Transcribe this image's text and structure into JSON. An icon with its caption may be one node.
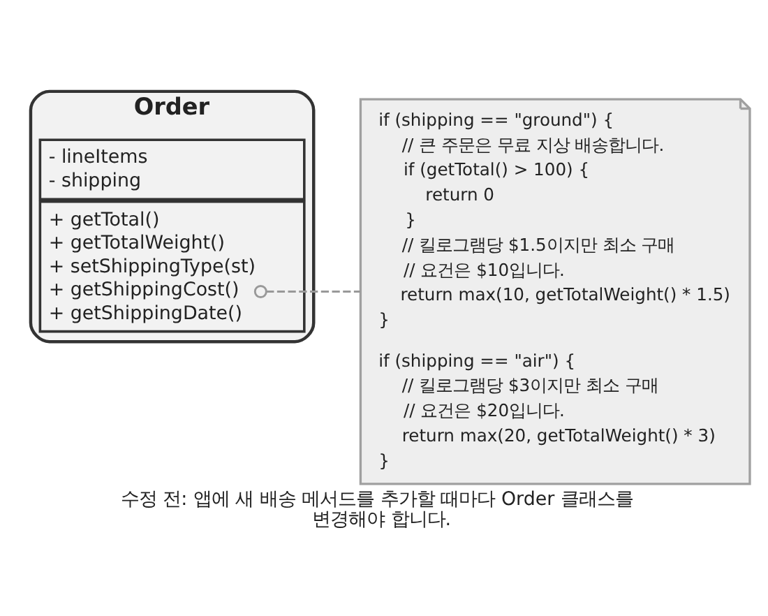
{
  "diagram": {
    "caption": "수정 전: 앱에 새 배송 메서드를 추가할 때마다 Order 클래스를 변경해야 합니다.",
    "nodes": [
      {
        "text": [
          "Order"
        ]
      },
      {
        "text": [
          "- lineItems",
          "- shipping"
        ],
        "in": 0
      },
      {
        "text": [
          "+ getTotal()",
          "+ getTotalWeight()",
          "+ setShippingType(st)",
          "+ getShippingCost()",
          "+ getShippingDate()"
        ],
        "in": 0
      },
      {
        "text": [
          "if (shipping == \"ground\") {",
          "// 큰 주문은 무료 지상 배송합니다.",
          "if (getTotal() > 100) {",
          "return 0",
          "}",
          "// 킬로그램당 $1.5이지만 최소 구매",
          "// 요건은 $10입니다.",
          "return max(10, getTotalWeight() * 1.5)",
          "}",
          "if (shipping == \"air\") {",
          "// 킬로그램당 $3이지만 최소 구매",
          "// 요건은 $20입니다.",
          "return max(20, getTotalWeight() * 3)",
          "}"
        ]
      }
    ],
    "edges": [
      {
        "from": 2,
        "to": 3,
        "arrow": "other",
        "style": "dashed"
      }
    ]
  }
}
